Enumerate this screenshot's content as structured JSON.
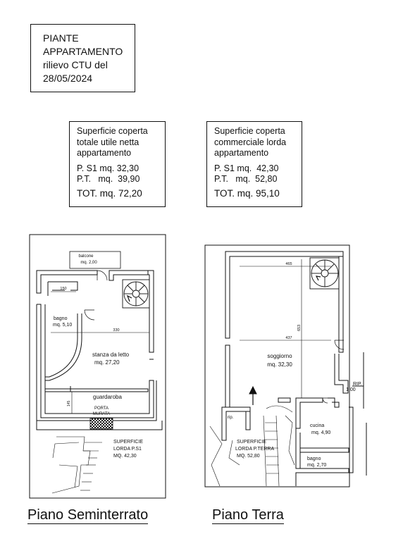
{
  "header": {
    "line1": "PIANTE",
    "line2": "APPARTAMENTO",
    "line3": "rilievo CTU del",
    "line4": "28/05/2024"
  },
  "net_box": {
    "line1": "Superficie coperta",
    "line2": "totale utile netta",
    "line3": "appartamento",
    "s1": "P. S1 mq. 32,30",
    "pt": "P.T.   mq.  39,90",
    "tot": "TOT. mq. 72,20"
  },
  "gross_box": {
    "line1": "Superficie coperta",
    "line2": "commerciale lorda",
    "line3": "appartamento",
    "s1": "P. S1 mq.  42,30",
    "pt": "P.T.   mq.  52,80",
    "tot": "TOT. mq. 95,10"
  },
  "s1": {
    "title": "Piano Seminterrato",
    "balcone": "balcone",
    "balcone_area": "mq. 2,00",
    "bagno": "bagno",
    "bagno_area": "mq. 5,10",
    "stanza": "stanza da letto",
    "stanza_area": "mq. 27,20",
    "guardaroba": "guardaroba",
    "porta1": "PORTA",
    "porta2": "MURATA",
    "sup1": "SUPERFICIE",
    "sup2": "LORDA P.S1",
    "sup3": "MQ. 42,30",
    "dim_150": "150",
    "dim_330": "330",
    "dim_145": "145"
  },
  "pt": {
    "title": "Piano Terra",
    "soggiorno": "soggiorno",
    "soggiorno_area": "mq. 32,30",
    "cucina": "cucina",
    "cucina_area": "mq. 4,90",
    "bagno": "bagno",
    "bagno_area": "mq. 2,70",
    "rip": "RIP.",
    "rip_h": "1,00",
    "rip_small": "rip.",
    "sup1": "SUPERFICIE",
    "sup2": "LORDA P.TERRA",
    "sup3": "MQ. 52,80",
    "dim_465": "465",
    "dim_437": "437",
    "dim_653": "653"
  }
}
